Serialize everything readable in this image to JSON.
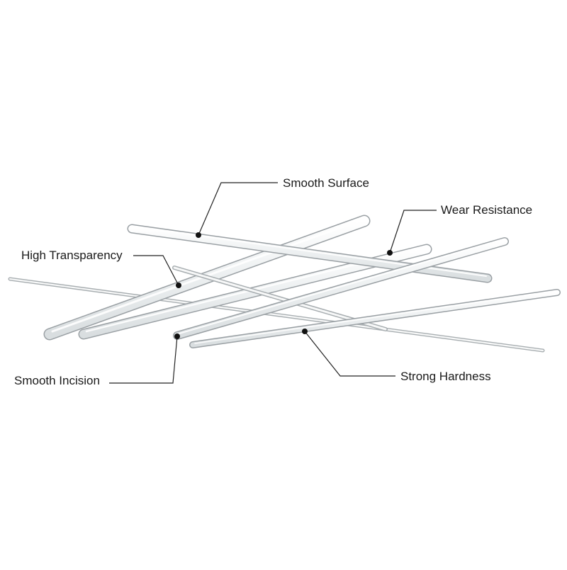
{
  "callouts": {
    "smooth_surface": "Smooth Surface",
    "wear_resistance": "Wear Resistance",
    "high_transparency": "High Transparency",
    "smooth_incision": "Smooth Incision",
    "strong_hardness": "Strong Hardness"
  },
  "colors": {
    "background": "#ffffff",
    "rod_edge": "#9aa0a4",
    "rod_fill": "#f4f6f7",
    "leader_line": "#222222",
    "marker_dot": "#111111"
  }
}
